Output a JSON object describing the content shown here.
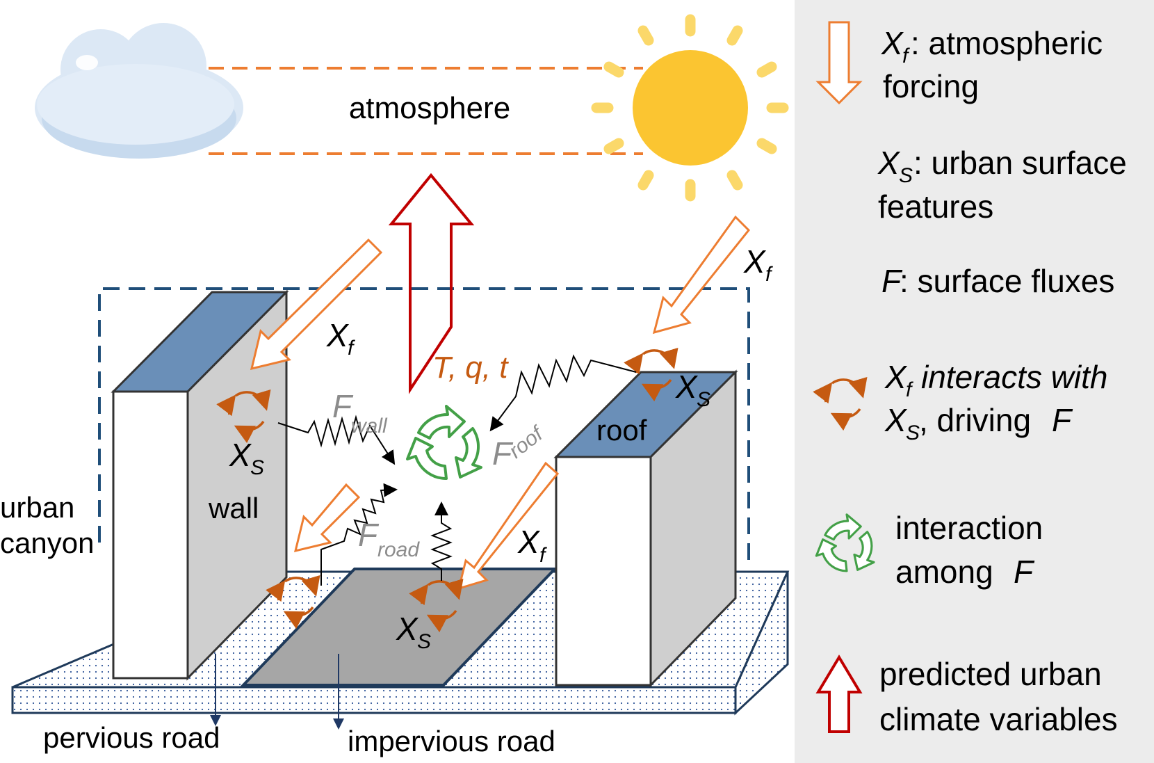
{
  "diagram": {
    "labels": {
      "atmosphere": "atmosphere",
      "urban_canyon_1": "urban",
      "urban_canyon_2": "canyon",
      "wall": "wall",
      "roof": "roof",
      "pervious_road": "pervious road",
      "impervious_road": "impervious road",
      "xf": "X",
      "xf_sub": "f",
      "xs": "X",
      "xs_sub": "S",
      "f_wall": "F",
      "f_wall_sub": "wall",
      "f_roof": "F",
      "f_roof_sub": "roof",
      "f_road": "F",
      "f_road_sub": "road",
      "tqt": "T, q, t"
    },
    "colors": {
      "forcing_orange": "#ed7d31",
      "interact_rust": "#c55a11",
      "flux_green": "#43a047",
      "predict_red": "#c00000",
      "roof_blue": "#6a8fb8",
      "wall_grey": "#cfcfcf",
      "road_grey": "#a6a6a6",
      "dashed_blue": "#1f4e79",
      "sun_yellow": "#fbc531",
      "sun_ray": "#fbd86a",
      "cloud_blue": "#dce8f5",
      "legend_bg": "#ececec"
    }
  },
  "legend": {
    "items": [
      {
        "symbol": "X",
        "sub": "f",
        "text": ": atmospheric",
        "text2": "forcing"
      },
      {
        "symbol": "X",
        "sub": "S",
        "text": ": urban surface",
        "text2": "features"
      },
      {
        "symbol": "F",
        "text": ": surface fluxes"
      },
      {
        "symbol": "X",
        "sub": "f",
        "text": " interacts with",
        "symbol2": "X",
        "sub2": "S",
        "text2": ", driving ",
        "tail": "F"
      },
      {
        "text": "interaction",
        "text2": "among ",
        "tail": "F"
      },
      {
        "text": "predicted urban",
        "text2": "climate variables"
      }
    ]
  }
}
